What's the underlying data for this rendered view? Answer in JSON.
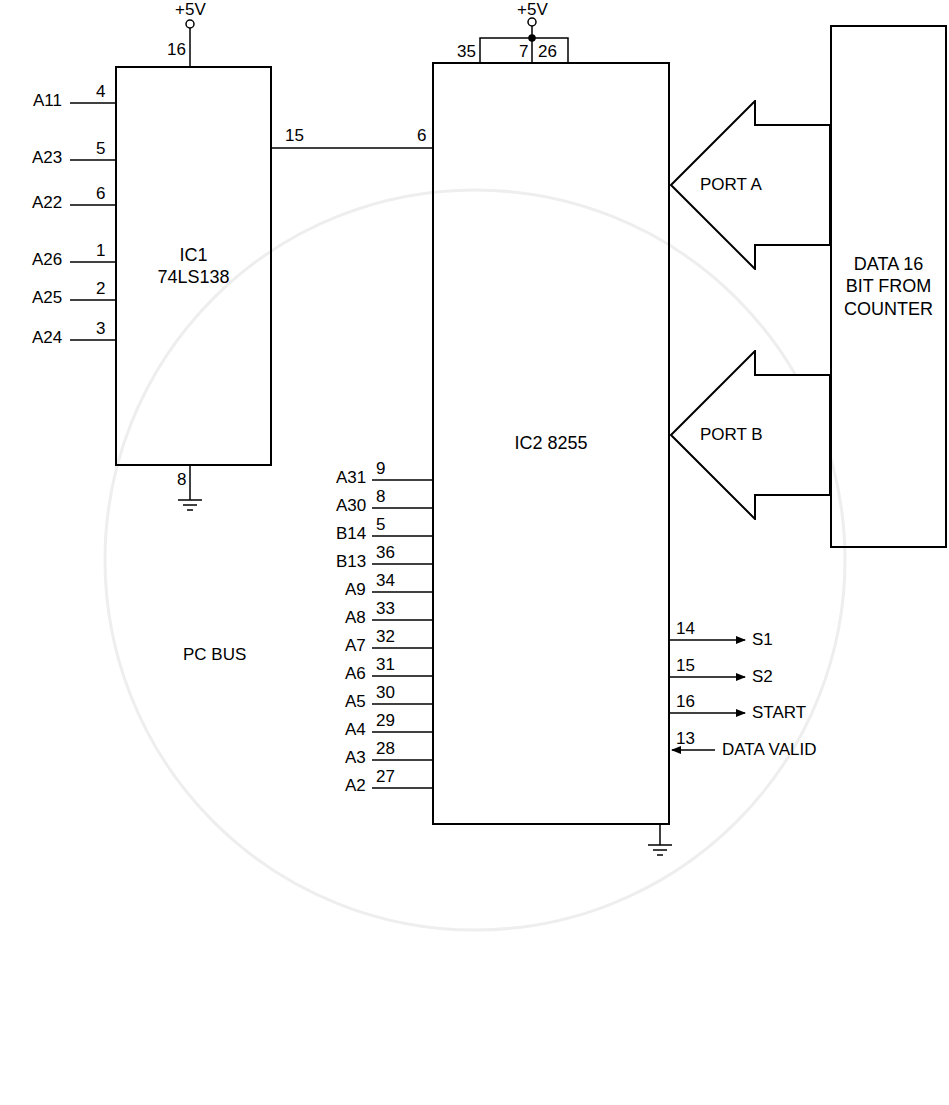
{
  "diagram": {
    "nodes": [
      {
        "text": [
          "IC1 74LS138"
        ]
      },
      {
        "text": [
          "IC2 8255"
        ]
      },
      {
        "text": [
          "PORT A"
        ]
      },
      {
        "text": [
          "PORT B"
        ]
      },
      {
        "text": [
          "DATA 16 BIT FROM COUNTER"
        ]
      }
    ],
    "edges": [
      {
        "from": 0,
        "to": 1,
        "arrow": "none"
      }
    ],
    "labels": [
      "+5V",
      "16",
      "A11",
      "4",
      "A23",
      "5",
      "A22",
      "6",
      "A26",
      "1",
      "A25",
      "2",
      "A24",
      "3",
      "8",
      "15",
      "6",
      "+5V",
      "35",
      "7",
      "26",
      "A31",
      "9",
      "A30",
      "8",
      "B14",
      "5",
      "B13",
      "36",
      "A9",
      "34",
      "A8",
      "33",
      "A7",
      "32",
      "A6",
      "31",
      "A5",
      "30",
      "A4",
      "29",
      "A3",
      "28",
      "A2",
      "27",
      "PC BUS",
      "14",
      "S1",
      "15",
      "S2",
      "16",
      "START",
      "13",
      "DATA VALID"
    ]
  }
}
